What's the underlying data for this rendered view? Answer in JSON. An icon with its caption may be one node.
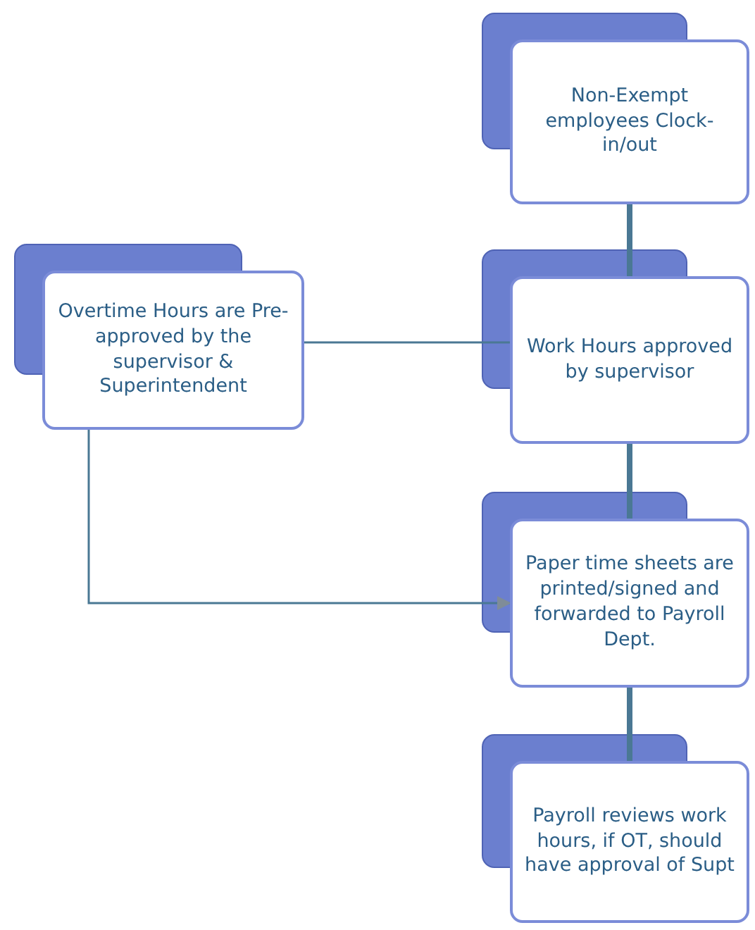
{
  "diagram": {
    "nodes": [
      {
        "text": [
          "Non-Exempt employees Clock-in/out"
        ]
      },
      {
        "text": [
          "Overtime Hours are Pre-approved by the supervisor & Superintendent"
        ]
      },
      {
        "text": [
          "Work Hours approved by supervisor"
        ]
      },
      {
        "text": [
          "Paper time sheets are printed/signed and forwarded to Payroll Dept."
        ]
      },
      {
        "text": [
          "Payroll reviews work hours, if OT, should have approval of Supt"
        ]
      }
    ],
    "edges": [
      {
        "from": 0,
        "to": 2,
        "arrow": "none"
      },
      {
        "from": 1,
        "to": 2,
        "arrow": "none"
      },
      {
        "from": 2,
        "to": 3,
        "arrow": "none"
      },
      {
        "from": 1,
        "to": 3,
        "arrow": "to"
      },
      {
        "from": 3,
        "to": 4,
        "arrow": "none"
      }
    ]
  }
}
